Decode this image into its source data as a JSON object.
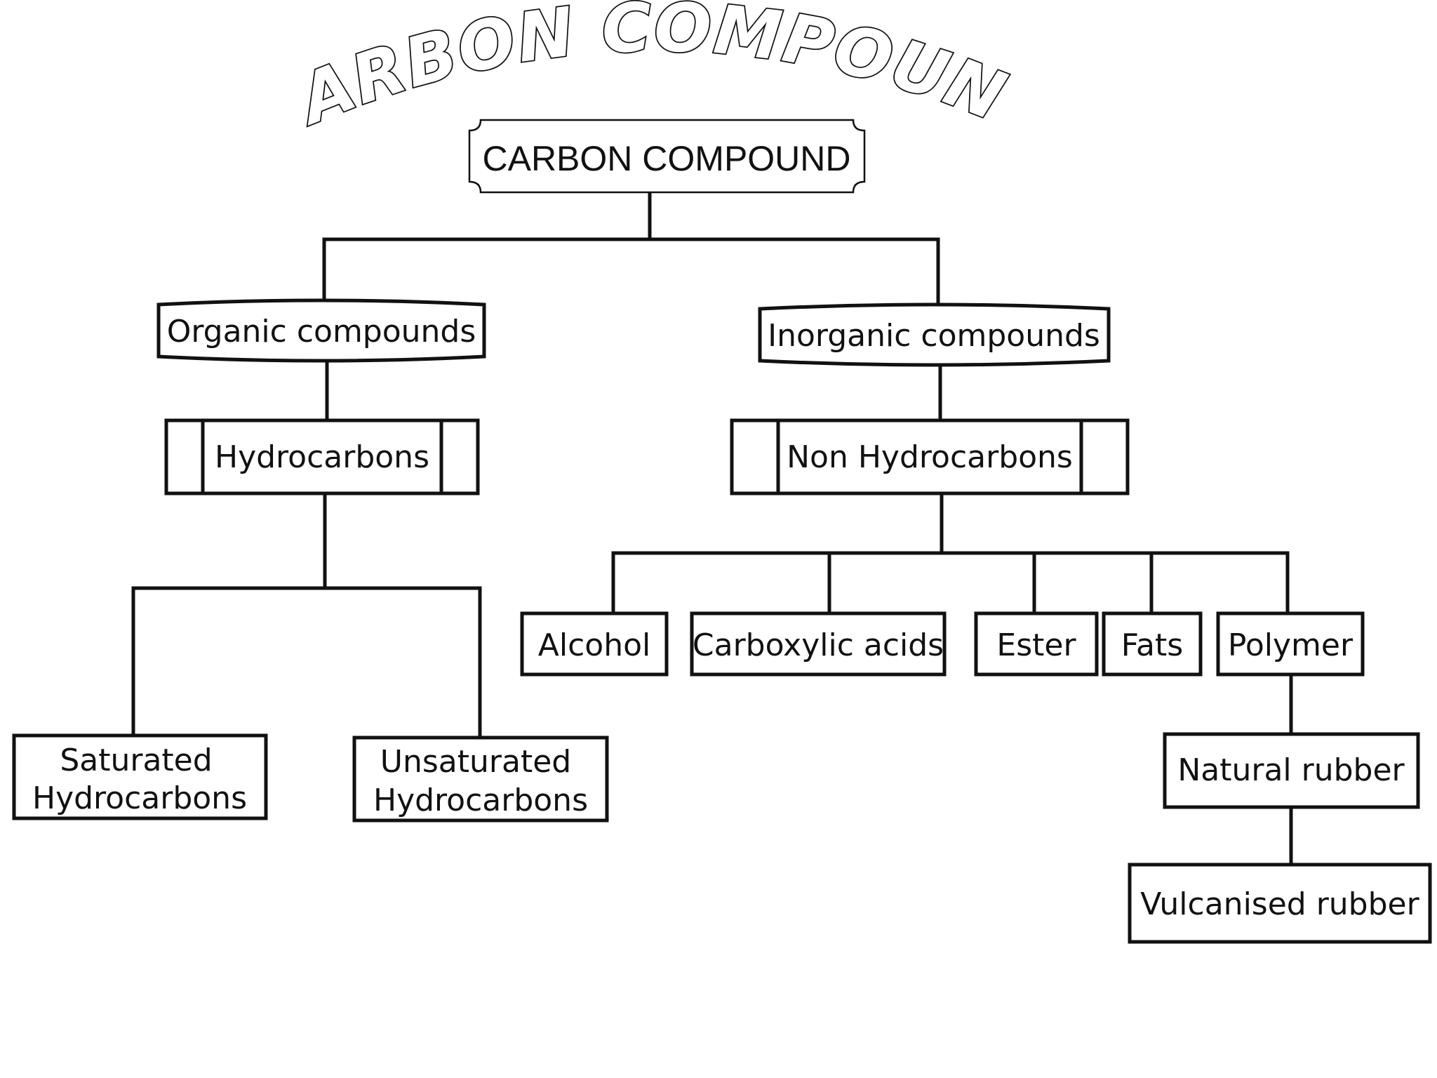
{
  "title": "CARBON COMPOUND",
  "root": {
    "label": "CARBON COMPOUND"
  },
  "organic": {
    "label": "Organic compounds",
    "hydrocarbons": {
      "label": "Hydrocarbons",
      "saturated": {
        "line1": "Saturated",
        "line2": "Hydrocarbons"
      },
      "unsaturated": {
        "line1": "Unsaturated",
        "line2": "Hydrocarbons"
      }
    }
  },
  "inorganic": {
    "label": "Inorganic compounds",
    "non_hydrocarbons": {
      "label": "Non Hydrocarbons",
      "children": [
        {
          "label": "Alcohol"
        },
        {
          "label": "Carboxylic acids"
        },
        {
          "label": "Ester"
        },
        {
          "label": "Fats"
        },
        {
          "label": "Polymer"
        }
      ]
    }
  },
  "natural_rubber": {
    "label": "Natural rubber"
  },
  "vulcanised_rubber": {
    "label": "Vulcanised rubber"
  }
}
